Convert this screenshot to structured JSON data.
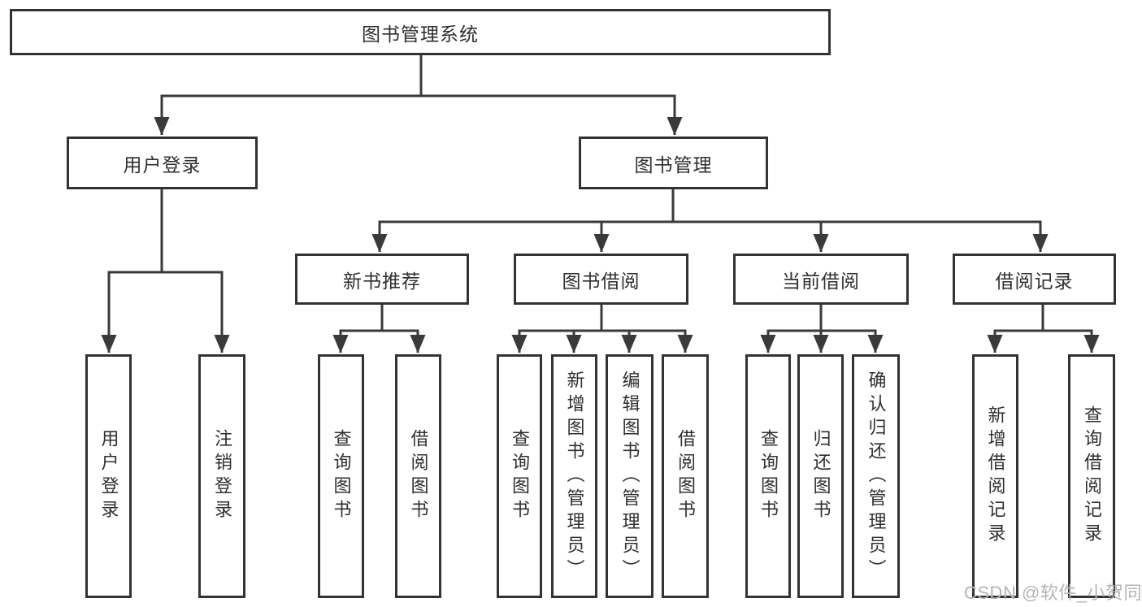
{
  "diagram": {
    "root": {
      "label": "图书管理系统"
    },
    "branches": [
      {
        "label": "用户登录",
        "leaves": [
          {
            "label": "用户登录"
          },
          {
            "label": "注销登录"
          }
        ]
      },
      {
        "label": "图书管理",
        "sections": [
          {
            "label": "新书推荐",
            "leaves": [
              {
                "label": "查询图书"
              },
              {
                "label": "借阅图书"
              }
            ]
          },
          {
            "label": "图书借阅",
            "leaves": [
              {
                "label": "查询图书"
              },
              {
                "label": "新增图书（管理员）"
              },
              {
                "label": "编辑图书（管理员）"
              },
              {
                "label": "借阅图书"
              }
            ]
          },
          {
            "label": "当前借阅",
            "leaves": [
              {
                "label": "查询图书"
              },
              {
                "label": "归还图书"
              },
              {
                "label": "确认归还（管理员）"
              }
            ]
          },
          {
            "label": "借阅记录",
            "leaves": [
              {
                "label": "新增借阅记录"
              },
              {
                "label": "查询借阅记录"
              }
            ]
          }
        ]
      }
    ]
  },
  "watermark": {
    "text": "CSDN @软件_小贺同学"
  },
  "colors": {
    "line": "#3a3a3a",
    "box_border": "#333333",
    "text": "#2f2f2f",
    "watermark": "#b5b5b5",
    "background": "#ffffff"
  }
}
